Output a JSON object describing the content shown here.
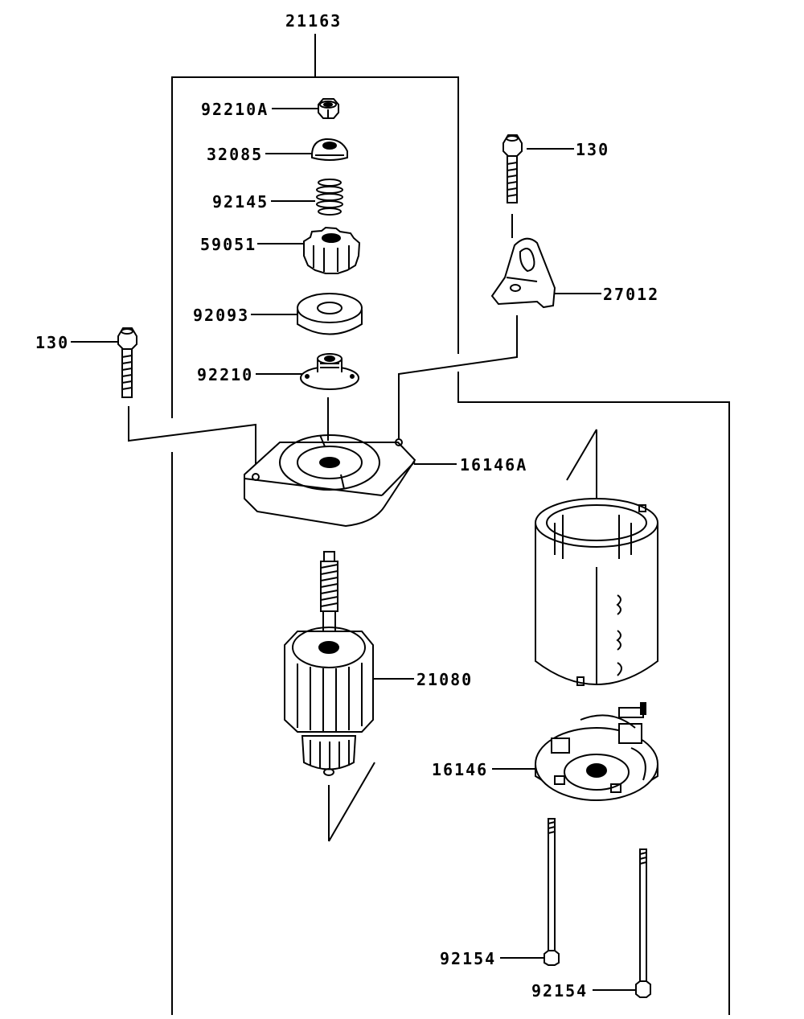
{
  "diagram": {
    "assembly_label": "21163",
    "parts": [
      {
        "id": "nut",
        "label": "92210A"
      },
      {
        "id": "cap",
        "label": "32085"
      },
      {
        "id": "spring",
        "label": "92145"
      },
      {
        "id": "pinion",
        "label": "59051"
      },
      {
        "id": "washer",
        "label": "92093"
      },
      {
        "id": "clutch-nut",
        "label": "92210"
      },
      {
        "id": "front-bracket",
        "label": "16146A"
      },
      {
        "id": "armature",
        "label": "21080"
      },
      {
        "id": "brush-holder",
        "label": "16146"
      },
      {
        "id": "bolt-left",
        "label": "130"
      },
      {
        "id": "bolt-right",
        "label": "130"
      },
      {
        "id": "bracket",
        "label": "27012"
      },
      {
        "id": "through-bolt-1",
        "label": "92154"
      },
      {
        "id": "through-bolt-2",
        "label": "92154"
      }
    ]
  }
}
